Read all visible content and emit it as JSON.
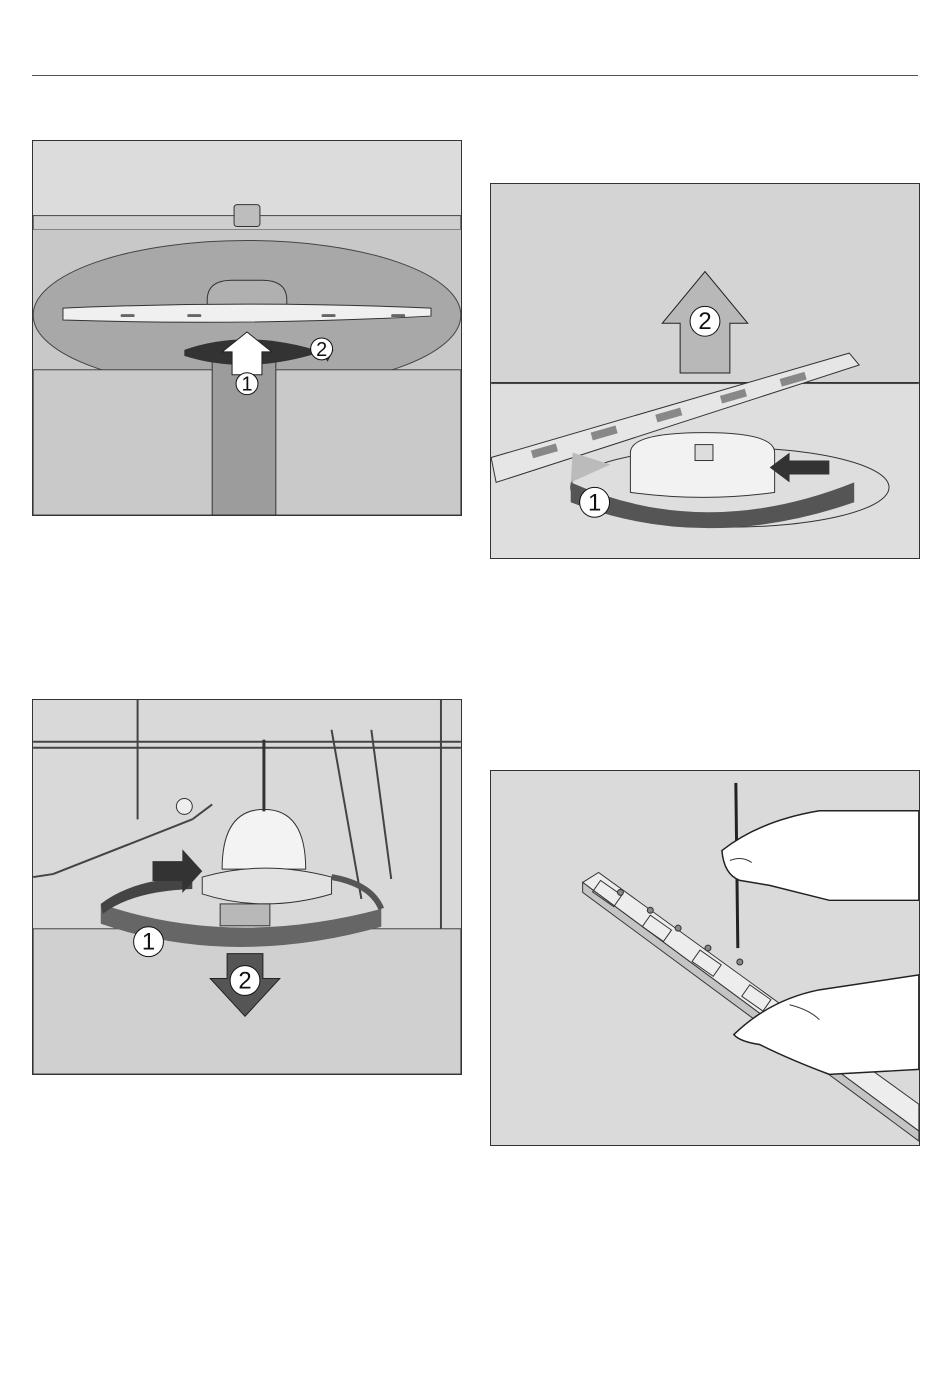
{
  "figures": [
    {
      "id": "upper-spray-arm",
      "steps": [
        "1",
        "2"
      ]
    },
    {
      "id": "middle-spray-arm",
      "steps": [
        "1",
        "2"
      ]
    },
    {
      "id": "lower-spray-arm",
      "steps": [
        "1",
        "2"
      ]
    },
    {
      "id": "cleaning-nozzles",
      "steps": []
    }
  ],
  "colors": {
    "panel": "#d7d7d7",
    "shade": "#a9a9a9",
    "line": "#333333"
  }
}
